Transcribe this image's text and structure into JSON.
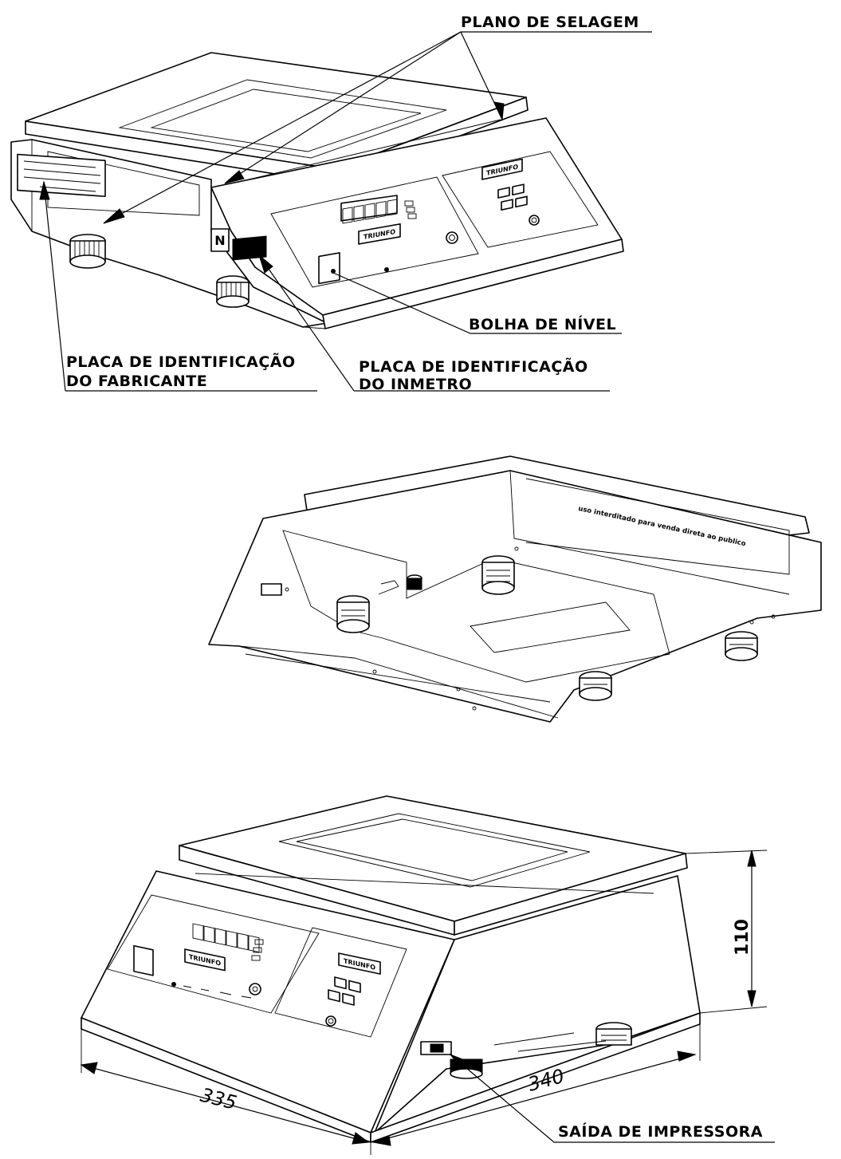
{
  "labels": {
    "plano_selagem": "PLANO DE SELAGEM",
    "bolha_nivel": "BOLHA DE NÍVEL",
    "placa_fabricante_1": "PLACA DE IDENTIFICAÇÃO",
    "placa_fabricante_2": "DO FABRICANTE",
    "placa_inmetro_1": "PLACA DE IDENTIFICAÇÃO",
    "placa_inmetro_2": "DO INMETRO",
    "saida_impressora": "SAÍDA DE IMPRESSORA"
  },
  "brand": "TRIUNFO",
  "bottom_text": "uso interditado para venda direta ao publico",
  "dimensions": {
    "width": "335",
    "depth": "340",
    "height": "110"
  }
}
